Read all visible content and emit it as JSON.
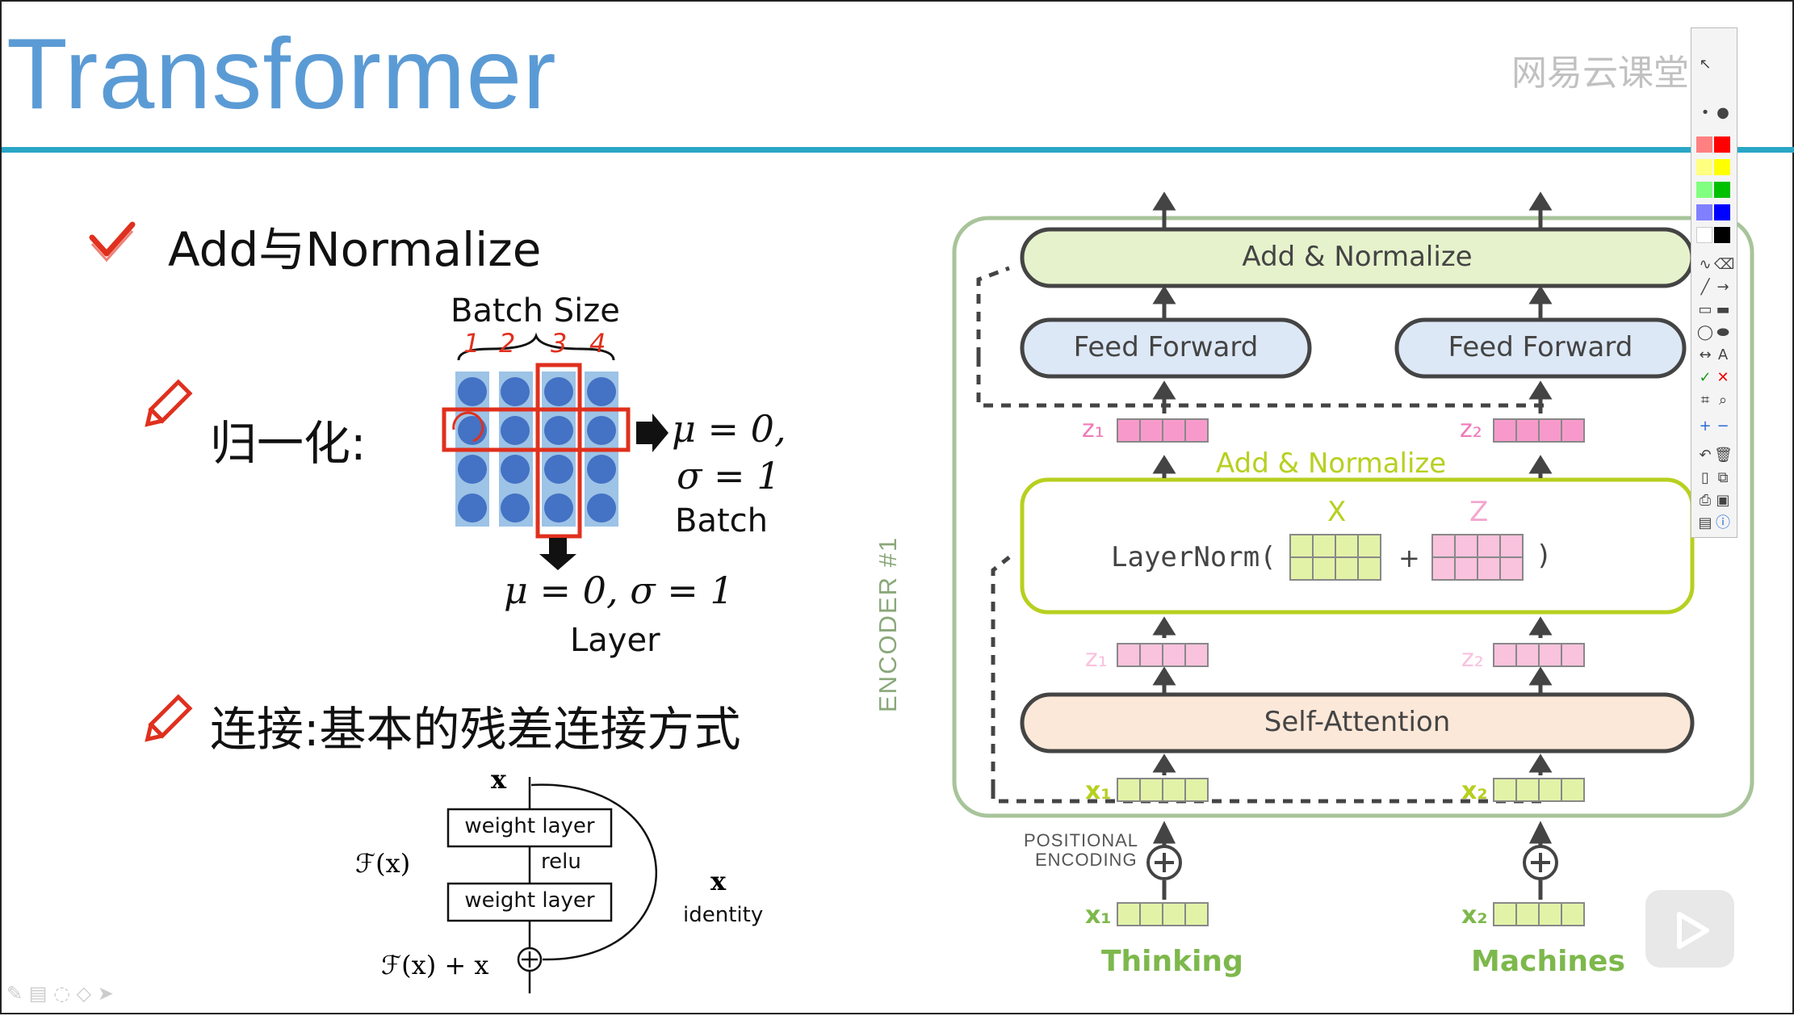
{
  "slide": {
    "title": "Transformer",
    "watermark": "网易云课堂",
    "bullets": {
      "b1": "Add与Normalize",
      "b2": "归一化:",
      "b3": "连接:基本的残差连接方式"
    },
    "norm_figure": {
      "batch_size_label": "Batch Size",
      "col_numbers": [
        "1",
        "2",
        "3",
        "4"
      ],
      "mu_right": "μ = 0,",
      "sigma_right": "σ = 1",
      "batch_label": "Batch",
      "mu_sigma_bottom": "μ = 0, σ = 1",
      "layer_label": "Layer"
    },
    "residual_figure": {
      "x_top": "x",
      "weight_layer_1": "weight layer",
      "relu": "relu",
      "weight_layer_2": "weight layer",
      "fx": "ℱ(x)",
      "x_right": "x",
      "identity": "identity",
      "fx_plus_x": "ℱ(x) + x"
    },
    "encoder": {
      "encoder_label": "ENCODER #1",
      "add_norm_top": "Add & Normalize",
      "feed_forward_1": "Feed Forward",
      "feed_forward_2": "Feed Forward",
      "z1_top": "z₁",
      "z2_top": "z₂",
      "add_norm_mid": "Add & Normalize",
      "x_label": "X",
      "z_label": "Z",
      "layernorm_open": "LayerNorm(",
      "plus": "+",
      "layernorm_close": ")",
      "z1_mid": "z₁",
      "z2_mid": "z₂",
      "self_attention": "Self-Attention",
      "x1_in": "x₁",
      "x2_in": "x₂",
      "positional_encoding_1": "POSITIONAL",
      "positional_encoding_2": "ENCODING",
      "x1_bottom": "x₁",
      "x2_bottom": "x₂",
      "word_1": "Thinking",
      "word_2": "Machines"
    }
  },
  "toolbar": {
    "colors": [
      "#ff8080",
      "#ff0000",
      "#ffff80",
      "#ffff00",
      "#80ff80",
      "#00c000",
      "#8080ff",
      "#0000ff",
      "#ffffff",
      "#000000"
    ],
    "text_tool": "A"
  },
  "colors": {
    "title_blue": "#5b9bd5",
    "rule_teal": "#2aa6c6",
    "red_mark": "#e0301e",
    "dot_blue": "#4472c4",
    "col_fill": "#9dc3e6",
    "encoder_border": "#a8c49a",
    "add_norm_fill": "#e6f2cc",
    "ff_fill": "#dde8f6",
    "sa_fill": "#fce8d8",
    "pink": "#f4a6d0",
    "green_cell": "#d9f2a6",
    "word_green": "#7db84c"
  }
}
